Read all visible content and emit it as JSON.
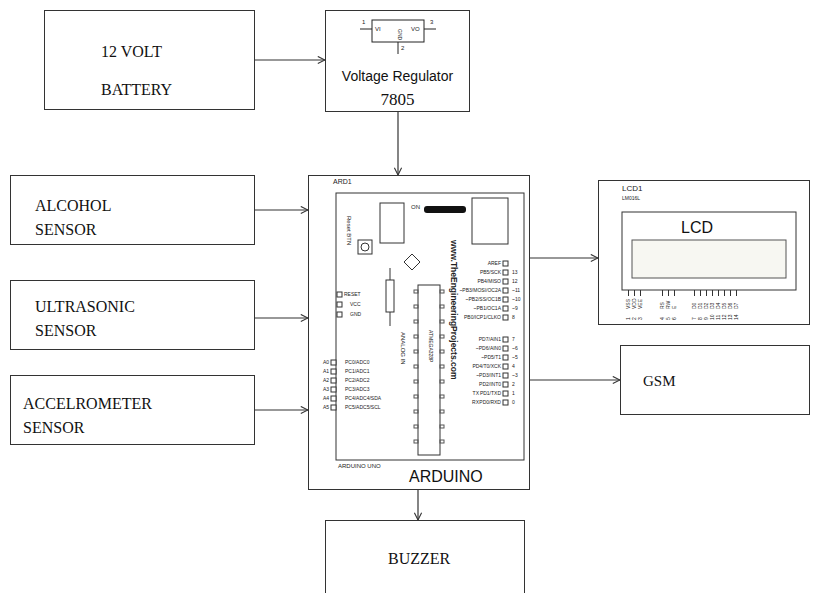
{
  "diagram": {
    "nodes": [
      {
        "text": [
          "12 VOLT BATTERY"
        ]
      },
      {
        "text": [
          "Voltage Regulator",
          "7805"
        ]
      },
      {
        "text": [
          "ALCOHOL SENSOR"
        ]
      },
      {
        "text": [
          "ULTRASONIC SENSOR"
        ]
      },
      {
        "text": [
          "ACCELROMETER SENSOR"
        ]
      },
      {
        "text": [
          "ARDUINO"
        ]
      },
      {
        "text": [
          "LCD"
        ]
      },
      {
        "text": [
          "GSM"
        ]
      },
      {
        "text": [
          "BUZZER"
        ]
      }
    ],
    "edges": [
      {
        "from": 0,
        "to": 1,
        "arrow": "to"
      },
      {
        "from": 1,
        "to": 5,
        "arrow": "to"
      },
      {
        "from": 2,
        "to": 5,
        "arrow": "to"
      },
      {
        "from": 3,
        "to": 5,
        "arrow": "to"
      },
      {
        "from": 4,
        "to": 5,
        "arrow": "to"
      },
      {
        "from": 5,
        "to": 6,
        "arrow": "to"
      },
      {
        "from": 5,
        "to": 7,
        "arrow": "to"
      },
      {
        "from": 5,
        "to": 8,
        "arrow": "to"
      }
    ],
    "labels": [
      "1",
      "VI",
      "VO",
      "3",
      "GND",
      "2",
      "ARD1",
      "Reset BTN",
      "ON",
      "www.TheEngineeringProjects.com",
      "RESET",
      "VCC",
      "GND",
      "ANALOG IN",
      "ATMEGA328P",
      "A0",
      "A1",
      "A2",
      "A3",
      "A4",
      "A5",
      "PC0/ADC0",
      "PC1/ADC1",
      "PC2/ADC2",
      "PC3/ADC3",
      "PC4/ADC4/SDA",
      "PC5/ADC5/SCL",
      "AREF",
      "PB5/SCK",
      "PB4/MISO",
      "~PB3/MOSI/OC2A",
      "~PB2/SS/OC1B",
      "~PB1/OC1A",
      "PB0/ICP1/CLKO",
      "13",
      "12",
      "~11",
      "~10",
      "~9",
      "8",
      "PD7/AIN1",
      "~PD6/AIN0",
      "~PD5/T1",
      "PD4/T0/XCK",
      "~PD3/INT1",
      "PD2/INT0",
      "PD1/TXD",
      "PD0/RXD",
      "7",
      "~6",
      "~5",
      "4",
      "~3",
      "2",
      "1",
      "0",
      "TX",
      "RX",
      "ARDUINO UNO",
      "LCD1",
      "LM016L",
      "VSS",
      "VDD",
      "VEE",
      "RS",
      "RW",
      "E",
      "D0",
      "D1",
      "D2",
      "D3",
      "D4",
      "D5",
      "D6",
      "D7",
      "1",
      "2",
      "3",
      "4",
      "5",
      "6",
      "7",
      "8",
      "9",
      "10",
      "11",
      "12",
      "13",
      "14"
    ]
  }
}
